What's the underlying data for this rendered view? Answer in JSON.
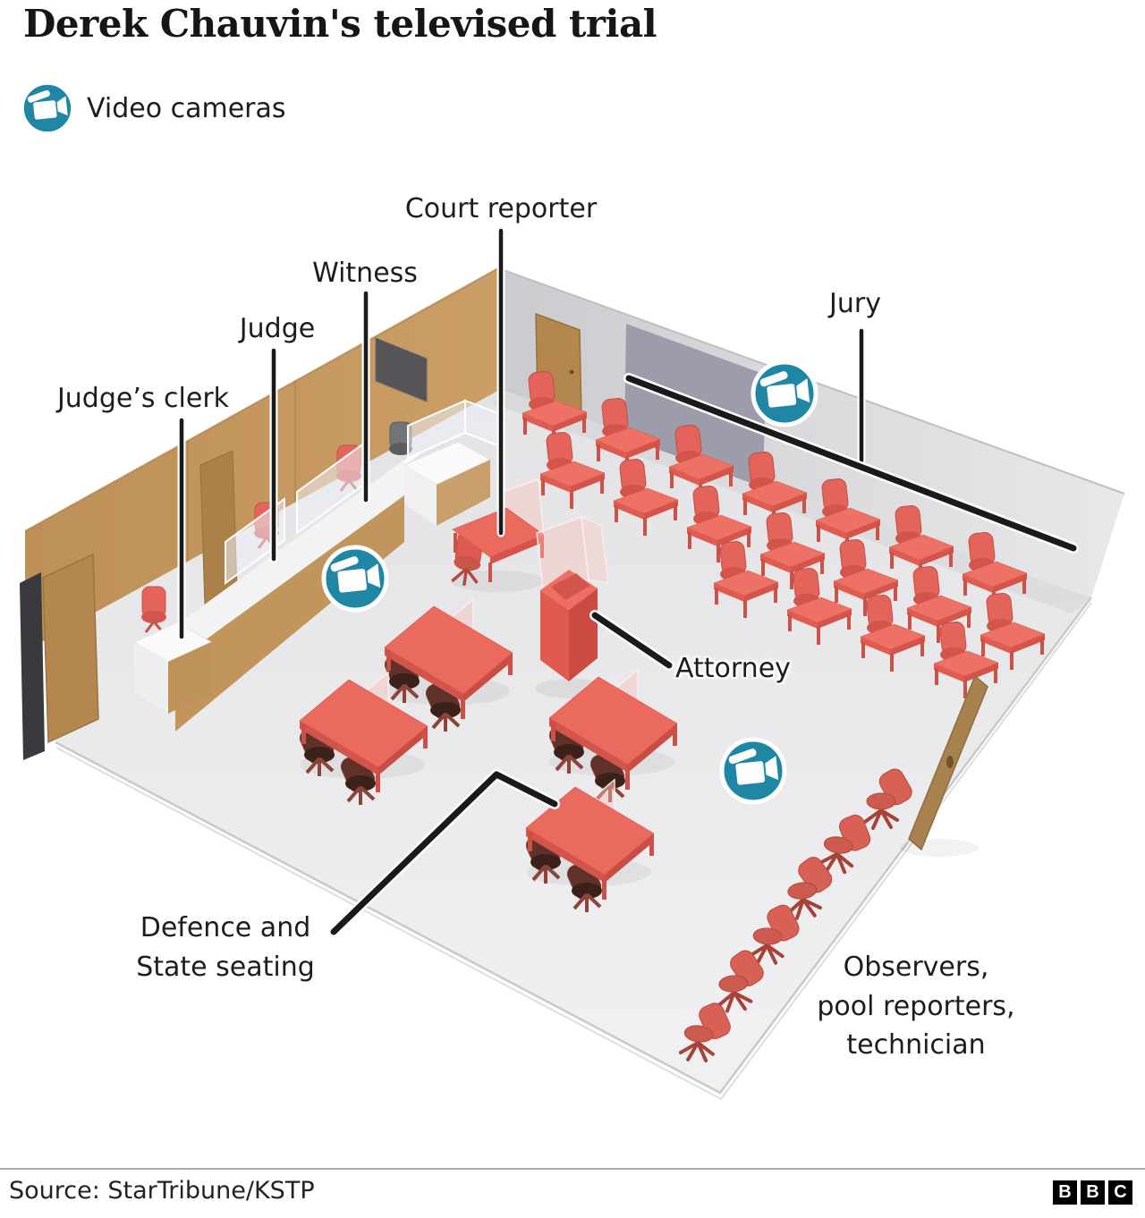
{
  "title": "Derek Chauvin's televised trial",
  "legend": {
    "label": "Video cameras"
  },
  "labels": {
    "court_reporter": "Court reporter",
    "witness": "Witness",
    "judge": "Judge",
    "judges_clerk": "Judge’s clerk",
    "jury": "Jury",
    "attorney": "Attorney",
    "defence_line1": "Defence and",
    "defence_line2": "State seating",
    "observers_line1": "Observers,",
    "observers_line2": "pool reporters,",
    "observers_line3": "technician"
  },
  "footer": {
    "source": "Source: StarTribune/KSTP",
    "logo": [
      "B",
      "B",
      "C"
    ]
  },
  "colors": {
    "accent": "#1f87a4",
    "red": "#e9685c",
    "tan": "#c2955d",
    "wallgray": "#d8d8db",
    "floor": "#e9e9eb",
    "ink": "#1d1d1d"
  }
}
